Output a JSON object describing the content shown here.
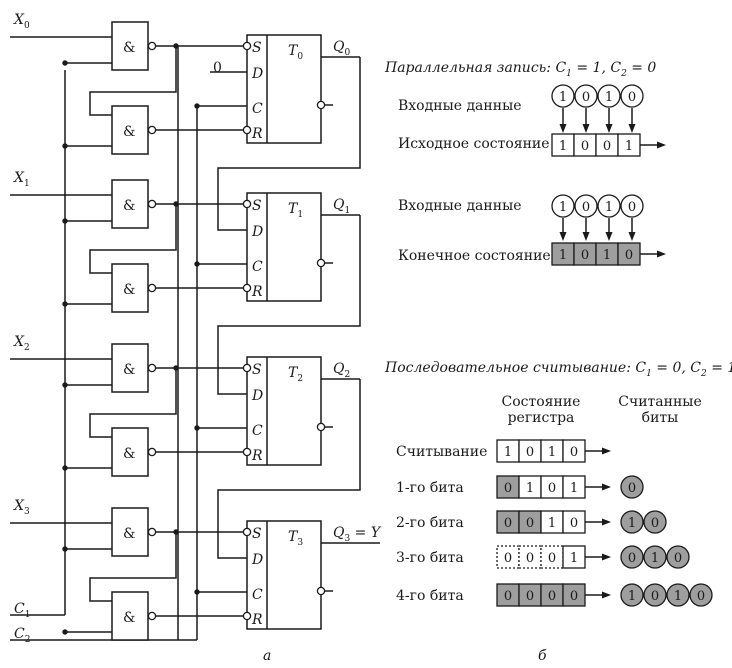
{
  "left": {
    "inputs": [
      {
        "name": "X",
        "sub": "0"
      },
      {
        "name": "X",
        "sub": "1"
      },
      {
        "name": "X",
        "sub": "2"
      },
      {
        "name": "X",
        "sub": "3"
      }
    ],
    "controls": [
      {
        "name": "C",
        "sub": "1"
      },
      {
        "name": "C",
        "sub": "2"
      }
    ],
    "and_label": "&",
    "zero_input": "0",
    "triggers": [
      {
        "name": "T",
        "sub": "0",
        "out": "Q",
        "outsub": "0",
        "outextra": ""
      },
      {
        "name": "T",
        "sub": "1",
        "out": "Q",
        "outsub": "1",
        "outextra": ""
      },
      {
        "name": "T",
        "sub": "2",
        "out": "Q",
        "outsub": "2",
        "outextra": ""
      },
      {
        "name": "T",
        "sub": "3",
        "out": "Q",
        "outsub": "3",
        "outextra": " = Y"
      }
    ],
    "pins": {
      "s": "S",
      "d": "D",
      "c": "C",
      "r": "R"
    },
    "caption": "а"
  },
  "right": {
    "parallel_title": "Параллельная запись",
    "parallel_cond": ": C",
    "parallel_c1sub": "1",
    "parallel_c1val": " = 1, C",
    "parallel_c2sub": "2",
    "parallel_c2val": " = 0",
    "input_data_label": "Входные данные",
    "initial_state_label": "Исходное состояние",
    "final_state_label": "Конечное состояние",
    "input_bits": [
      "1",
      "0",
      "1",
      "0"
    ],
    "initial_bits": [
      "1",
      "0",
      "0",
      "1"
    ],
    "final_bits": [
      "1",
      "0",
      "1",
      "0"
    ],
    "serial_title": "Последовательное считывание",
    "serial_cond": ": C",
    "serial_c1sub": "1",
    "serial_c1val": " = 0, C",
    "serial_c2sub": "2",
    "serial_c2val": " = 1",
    "col_state_1": "Состояние",
    "col_state_2": "регистра",
    "col_read_1": "Считанные",
    "col_read_2": "биты",
    "rows": [
      {
        "label": "Считывание",
        "bits": [
          "1",
          "0",
          "1",
          "0"
        ],
        "style": [
          "w",
          "w",
          "w",
          "w"
        ],
        "read": []
      },
      {
        "label": "1-го бита",
        "bits": [
          "0",
          "1",
          "0",
          "1"
        ],
        "style": [
          "g",
          "w",
          "w",
          "w"
        ],
        "read": [
          "0"
        ]
      },
      {
        "label": "2-го бита",
        "bits": [
          "0",
          "0",
          "1",
          "0"
        ],
        "style": [
          "g",
          "g",
          "w",
          "w"
        ],
        "read": [
          "1",
          "0"
        ]
      },
      {
        "label": "3-го бита",
        "bits": [
          "0",
          "0",
          "0",
          "1"
        ],
        "style": [
          "d",
          "d",
          "d",
          "w"
        ],
        "read": [
          "0",
          "1",
          "0"
        ]
      },
      {
        "label": "4-го бита",
        "bits": [
          "0",
          "0",
          "0",
          "0"
        ],
        "style": [
          "g",
          "g",
          "g",
          "g"
        ],
        "read": [
          "1",
          "0",
          "1",
          "0"
        ]
      }
    ],
    "caption": "б"
  }
}
